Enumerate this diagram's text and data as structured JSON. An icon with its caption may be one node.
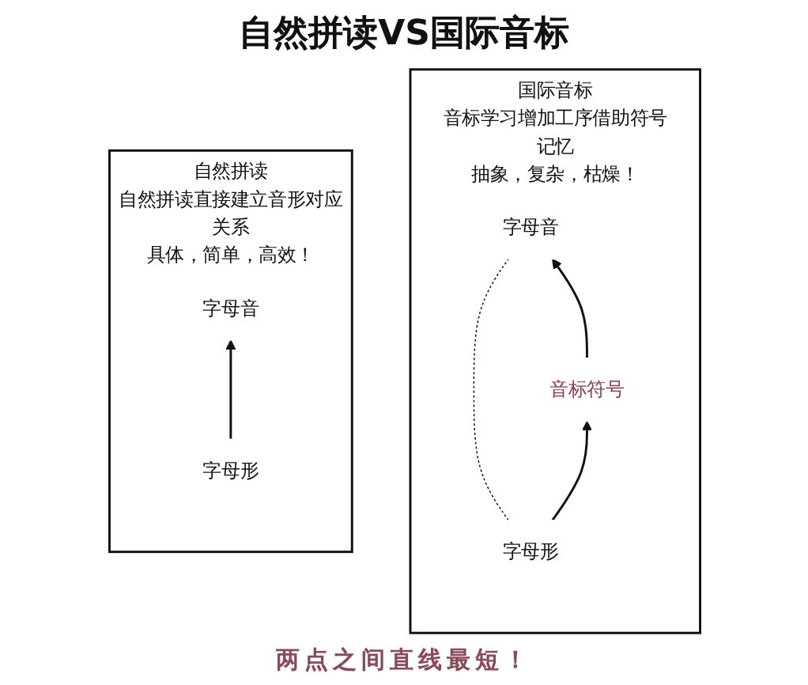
{
  "diagram": {
    "title": "自然拼读VS国际音标",
    "nodes": [
      {
        "text": [
          "自然拼读",
          "自然拼读直接建立音形对应关系",
          "具体，简单，高效！"
        ]
      },
      {
        "text": [
          "字母音"
        ],
        "in": 0
      },
      {
        "text": [
          "字母形"
        ],
        "in": 0
      },
      {
        "text": [
          "国际音标",
          "音标学习增加工序借助符号记忆",
          "抽象，复杂，枯燥！"
        ]
      },
      {
        "text": [
          "字母音"
        ],
        "in": 3
      },
      {
        "text": [
          "字母形"
        ],
        "in": 3
      },
      {
        "text": [
          "音标符号"
        ],
        "in": 3
      }
    ],
    "edges": [
      {
        "from": 2,
        "to": 1,
        "arrow": "to"
      },
      {
        "from": 5,
        "to": 4,
        "arrow": "none",
        "style": "dashed"
      },
      {
        "from": 5,
        "to": 6,
        "arrow": "to"
      },
      {
        "from": 6,
        "to": 4,
        "arrow": "to"
      }
    ],
    "labels": [
      "两点之间直线最短！"
    ]
  }
}
